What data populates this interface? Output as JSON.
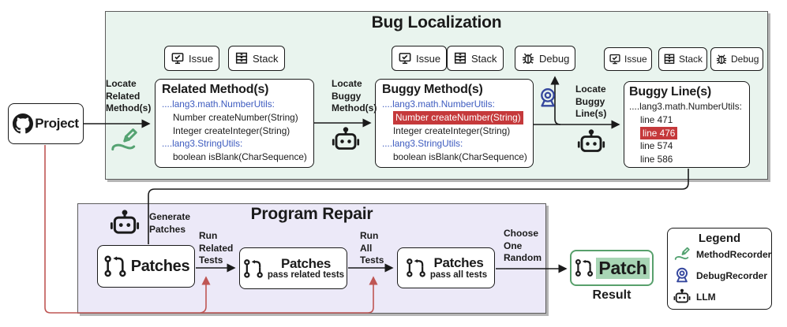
{
  "colors": {
    "bug_panel_bg": "#e9f4ee",
    "repair_panel_bg": "#ece9f8",
    "highlight_red": "#c5393b",
    "code_blue": "#3d5bbf",
    "patch_highlight_green": "#a8d5b5",
    "patch_border_green": "#58a06c",
    "feedback_arrow_red": "#bf5654",
    "method_recorder_green": "#55a372",
    "debug_recorder_blue": "#35479e"
  },
  "project": {
    "label": "Project"
  },
  "bug_localization": {
    "title": "Bug Localization",
    "toolbars": [
      {
        "buttons": [
          {
            "label": "Issue",
            "icon": "monitor-check-icon"
          },
          {
            "label": "Stack",
            "icon": "stack-icon"
          }
        ]
      },
      {
        "buttons": [
          {
            "label": "Issue",
            "icon": "monitor-check-icon"
          },
          {
            "label": "Stack",
            "icon": "stack-icon"
          },
          {
            "label": "Debug",
            "icon": "bug-icon"
          }
        ]
      },
      {
        "buttons": [
          {
            "label": "Issue",
            "icon": "monitor-check-icon"
          },
          {
            "label": "Stack",
            "icon": "stack-icon"
          },
          {
            "label": "Debug",
            "icon": "bug-icon"
          }
        ]
      }
    ],
    "labels": {
      "locate_related": "Locate\nRelated\nMethod(s)",
      "locate_buggy_method": "Locate\nBuggy\nMethod(s)",
      "locate_buggy_line": "Locate\nBuggy\nLine(s)"
    },
    "related_methods": {
      "title": "Related Method(s)",
      "lines": [
        {
          "text": "....lang3.math.NumberUtils:",
          "style": "header-blue",
          "highlight": false
        },
        {
          "text": "Number createNumber(String)",
          "style": "indent",
          "highlight": false
        },
        {
          "text": "Integer createInteger(String)",
          "style": "indent",
          "highlight": false
        },
        {
          "text": "....lang3.StringUtils:",
          "style": "header-blue",
          "highlight": false
        },
        {
          "text": "boolean isBlank(CharSequence)",
          "style": "indent",
          "highlight": false
        }
      ]
    },
    "buggy_methods": {
      "title": "Buggy Method(s)",
      "lines": [
        {
          "text": "....lang3.math.NumberUtils:",
          "style": "header-blue",
          "highlight": false
        },
        {
          "text": "Number createNumber(String)",
          "style": "indent",
          "highlight": true
        },
        {
          "text": "Integer createInteger(String)",
          "style": "indent",
          "highlight": false
        },
        {
          "text": "....lang3.StringUtils:",
          "style": "header-blue",
          "highlight": false
        },
        {
          "text": "boolean isBlank(CharSequence)",
          "style": "indent",
          "highlight": false
        }
      ]
    },
    "buggy_lines": {
      "title": "Buggy Line(s)",
      "lines": [
        {
          "text": "....lang3.math.NumberUtils:",
          "style": "header-black",
          "highlight": false
        },
        {
          "text": "line 471",
          "style": "indent",
          "highlight": false
        },
        {
          "text": "line 476",
          "style": "indent",
          "highlight": true
        },
        {
          "text": "line 574",
          "style": "indent",
          "highlight": false
        },
        {
          "text": "line 586",
          "style": "indent",
          "highlight": false
        }
      ]
    }
  },
  "program_repair": {
    "title": "Program Repair",
    "labels": {
      "generate": "Generate\nPatches",
      "run_related": "Run\nRelated\nTests",
      "run_all": "Run\nAll\nTests",
      "choose": "Choose\nOne\nRandom"
    },
    "patches": [
      {
        "title": "Patches",
        "subtitle": ""
      },
      {
        "title": "Patches",
        "subtitle": "pass related tests"
      },
      {
        "title": "Patches",
        "subtitle": "pass all tests"
      }
    ]
  },
  "result": {
    "patch_label": "Patch",
    "caption": "Result"
  },
  "legend": {
    "title": "Legend",
    "items": [
      {
        "icon": "pen-squiggle-icon",
        "label": "MethodRecorder"
      },
      {
        "icon": "webcam-icon",
        "label": "DebugRecorder"
      },
      {
        "icon": "robot-icon",
        "label": "LLM"
      }
    ]
  }
}
